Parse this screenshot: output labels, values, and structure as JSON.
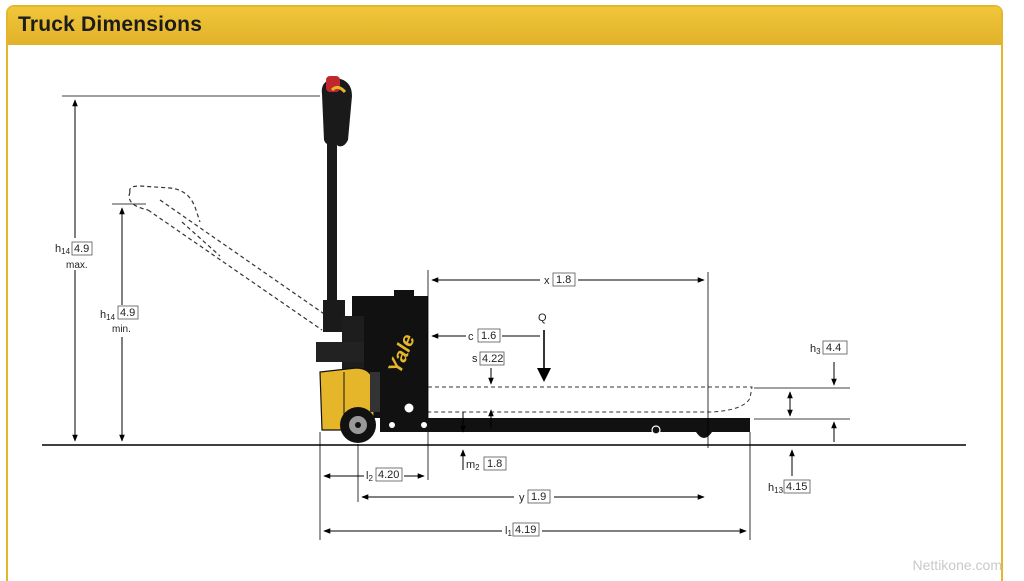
{
  "header": {
    "title": "Truck Dimensions"
  },
  "brand": {
    "logo_text": "Yale",
    "accent": "#f1c63a",
    "border": "#e6b62a"
  },
  "dimensions": {
    "h14_max": {
      "symbol": "h",
      "sub": "14",
      "value": "4.9",
      "note": "max."
    },
    "h14_min": {
      "symbol": "h",
      "sub": "14",
      "value": "4.9",
      "note": "min."
    },
    "x": {
      "symbol": "x",
      "value": "1.8"
    },
    "c": {
      "symbol": "c",
      "value": "1.6"
    },
    "q": {
      "symbol": "Q"
    },
    "s": {
      "symbol": "s",
      "value": "4.22"
    },
    "h3": {
      "symbol": "h",
      "sub": "3",
      "value": "4.4"
    },
    "m2": {
      "symbol": "m",
      "sub": "2",
      "value": "1.8"
    },
    "l2": {
      "symbol": "l",
      "sub": "2",
      "value": "4.20"
    },
    "y": {
      "symbol": "y",
      "value": "1.9"
    },
    "l1": {
      "symbol": "l",
      "sub": "1",
      "value": "4.19"
    },
    "h13": {
      "symbol": "h",
      "sub": "13",
      "value": "4.15"
    }
  },
  "watermark": "Nettikone.com"
}
